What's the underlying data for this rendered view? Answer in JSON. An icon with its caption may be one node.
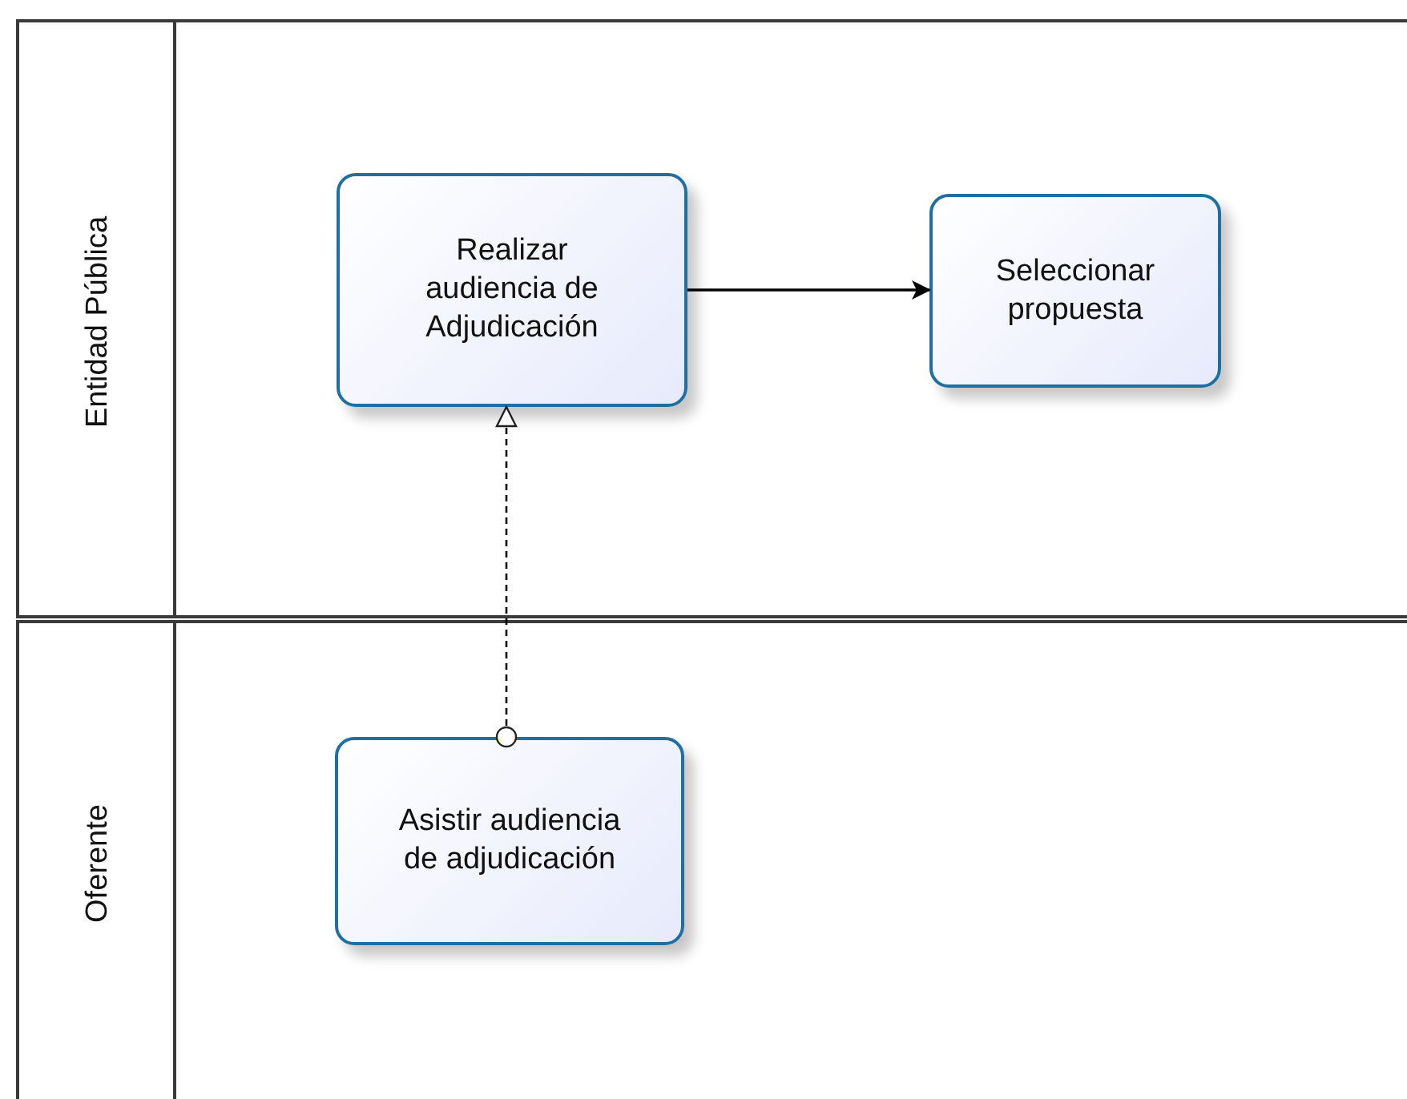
{
  "diagram": {
    "nodes": [
      {
        "text": [
          "Entidad Pública"
        ]
      },
      {
        "text": [
          "Realizar audiencia de Adjudicación"
        ],
        "in": 0
      },
      {
        "text": [
          "Seleccionar propuesta"
        ],
        "in": 0
      },
      {
        "text": [
          "Oferente"
        ]
      },
      {
        "text": [
          "Asistir audiencia de adjudicación"
        ],
        "in": 3
      }
    ],
    "edges": [
      {
        "from": 1,
        "to": 2,
        "arrow": "to"
      },
      {
        "from": 4,
        "to": 1,
        "arrow": "to",
        "style": "dashed"
      }
    ]
  }
}
